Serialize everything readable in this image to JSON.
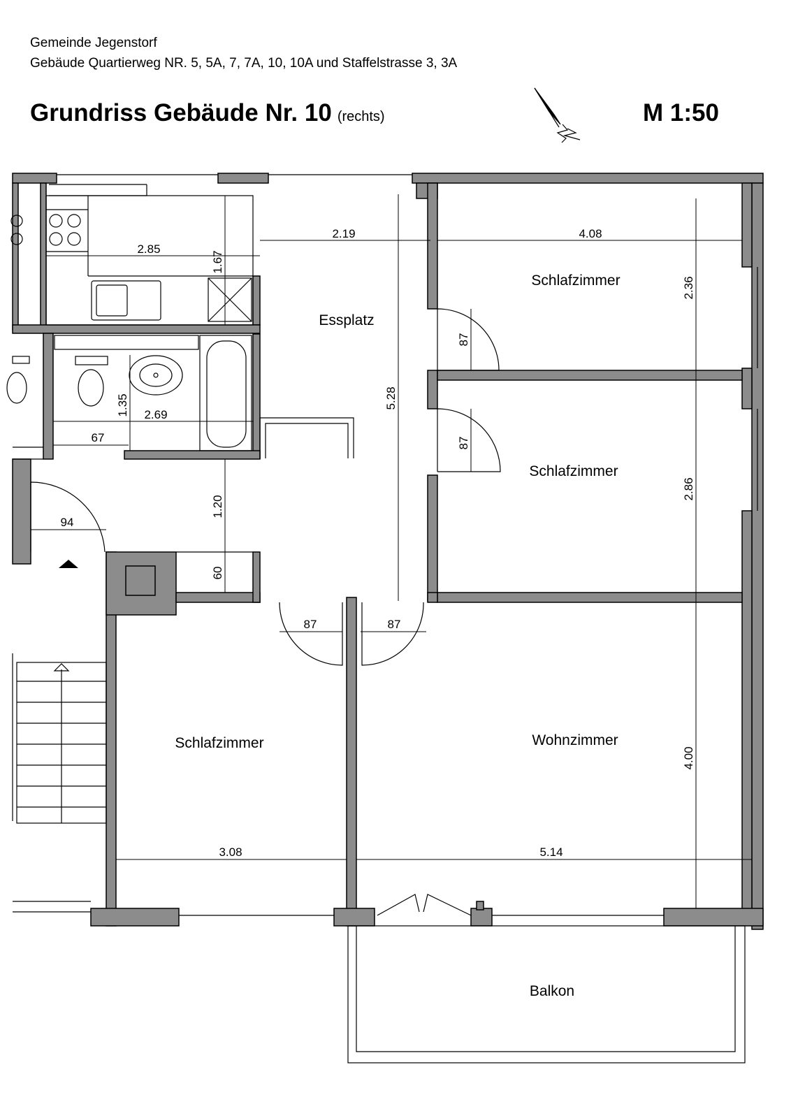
{
  "header": {
    "municipality": "Gemeinde Jegenstorf",
    "buildings": "Gebäude Quartierweg NR. 5, 5A, 7, 7A, 10, 10A und Staffelstrasse 3, 3A",
    "title": "Grundriss Gebäude Nr. 10",
    "title_note": "(rechts)",
    "scale": "M 1:50"
  },
  "north_arrow": {
    "icon": "north-arrow-icon",
    "letter": "N"
  },
  "rooms": {
    "essplatz": "Essplatz",
    "schlafzimmer_1": "Schlafzimmer",
    "schlafzimmer_2": "Schlafzimmer",
    "schlafzimmer_3": "Schlafzimmer",
    "wohnzimmer": "Wohnzimmer",
    "balkon": "Balkon"
  },
  "dimensions": {
    "kitchen_width": "2.85",
    "kitchen_depth": "1.67",
    "essplatz_width": "2.19",
    "essplatz_length": "5.28",
    "bedroom1_width": "4.08",
    "bedroom1_depth": "2.36",
    "door_bedroom1": "87",
    "door_bedroom2": "87",
    "bedroom2_depth": "2.86",
    "bath_depth": "1.35",
    "bath_width": "2.69",
    "wc_width": "67",
    "entrance_door": "94",
    "corridor_depth": "1.20",
    "niche_depth": "60",
    "door_bedroom3": "87",
    "door_living": "87",
    "bedroom3_width": "3.08",
    "living_width": "5.14",
    "living_depth": "4.00"
  },
  "colors": {
    "wall_fill": "#8c8c8c",
    "line": "#000000",
    "background": "#ffffff"
  }
}
